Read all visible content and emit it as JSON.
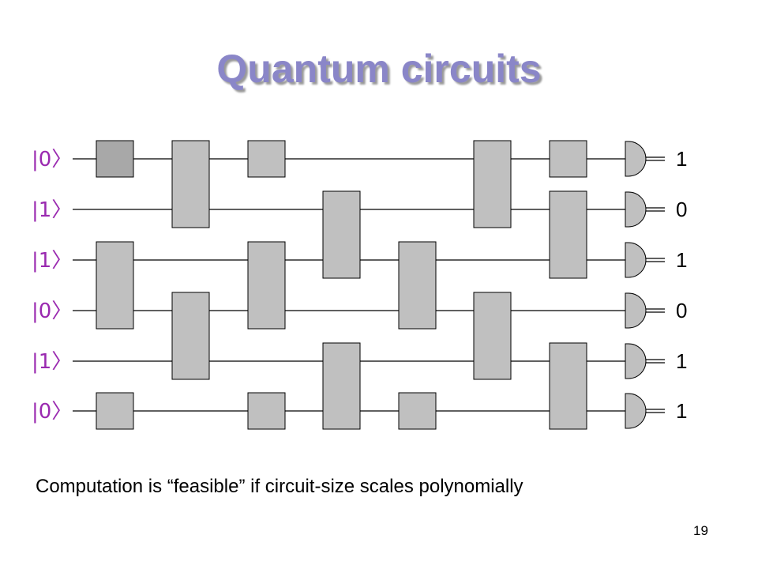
{
  "title": "Quantum circuits",
  "inputs": [
    "|0〉",
    "|1〉",
    "|1〉",
    "|0〉",
    "|1〉",
    "|0〉"
  ],
  "outputs": [
    "1",
    "0",
    "1",
    "0",
    "1",
    "1"
  ],
  "caption": "Computation is “feasible” if circuit-size scales polynomially",
  "page_number": "19",
  "colors": {
    "title": "#8a86c8",
    "ket": "#9a2ab0",
    "gate_fill": "#c0c0c0",
    "gate_fill_dark": "#a8a8a8"
  },
  "gates": [
    {
      "col": 0,
      "wires": [
        0
      ],
      "shade": "dark"
    },
    {
      "col": 0,
      "wires": [
        2,
        3
      ]
    },
    {
      "col": 0,
      "wires": [
        5
      ]
    },
    {
      "col": 1,
      "wires": [
        0,
        1
      ]
    },
    {
      "col": 1,
      "wires": [
        3,
        4
      ]
    },
    {
      "col": 2,
      "wires": [
        0
      ]
    },
    {
      "col": 2,
      "wires": [
        2,
        3
      ]
    },
    {
      "col": 2,
      "wires": [
        5
      ]
    },
    {
      "col": 3,
      "wires": [
        1,
        2
      ]
    },
    {
      "col": 3,
      "wires": [
        4,
        5
      ]
    },
    {
      "col": 4,
      "wires": [
        2,
        3
      ]
    },
    {
      "col": 4,
      "wires": [
        5
      ]
    },
    {
      "col": 5,
      "wires": [
        0,
        1
      ]
    },
    {
      "col": 5,
      "wires": [
        3,
        4
      ]
    },
    {
      "col": 6,
      "wires": [
        0
      ]
    },
    {
      "col": 6,
      "wires": [
        1,
        2
      ]
    },
    {
      "col": 6,
      "wires": [
        4,
        5
      ]
    }
  ]
}
